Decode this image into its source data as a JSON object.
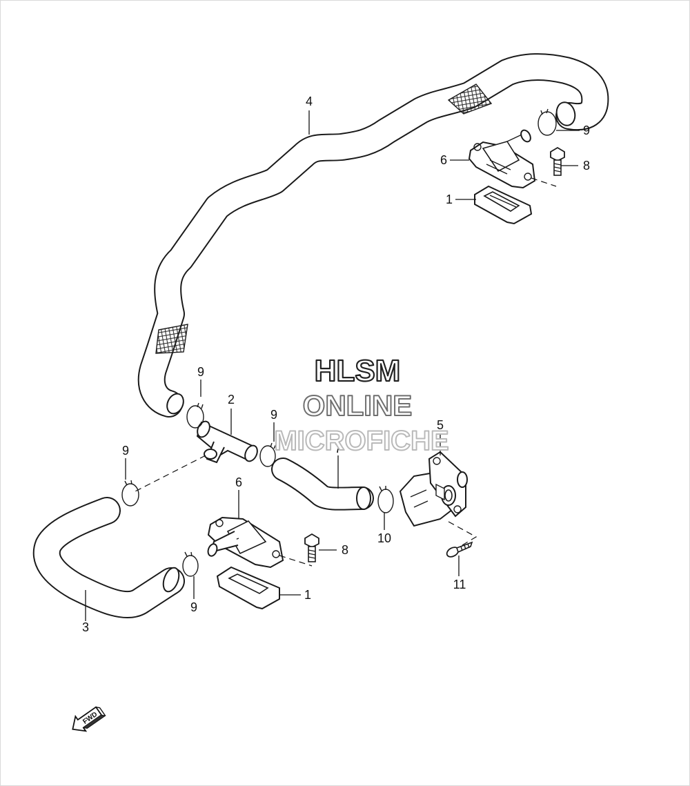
{
  "watermark": {
    "line1": "HLSM",
    "line2": "ONLINE",
    "line3": "MICROFICHE"
  },
  "callouts": {
    "c1_top": "1",
    "c1_bottom": "1",
    "c2": "2",
    "c3": "3",
    "c4": "4",
    "c5": "5",
    "c6_top": "6",
    "c6_bottom": "6",
    "c7": "7",
    "c8_top": "8",
    "c8_bottom": "8",
    "c9_top_right": "9",
    "c9_mid_upper": "9",
    "c9_mid_right": "9",
    "c9_left": "9",
    "c9_bottom": "9",
    "c10": "10",
    "c11": "11"
  },
  "direction_arrow": {
    "label": "FWD"
  }
}
